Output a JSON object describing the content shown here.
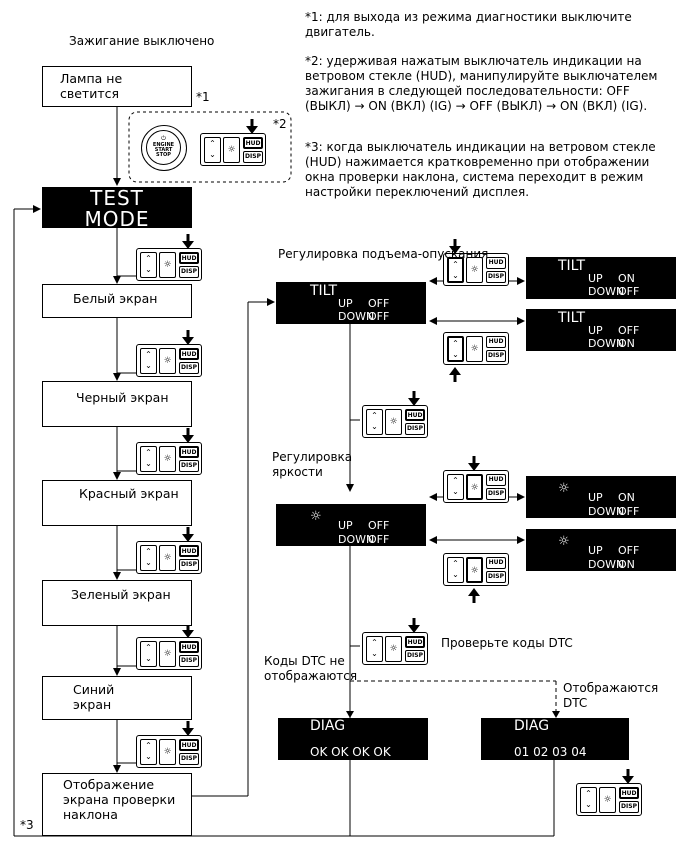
{
  "notes": {
    "n1": [
      "*1: для выхода из режима диагностики выключите",
      "двигатель."
    ],
    "n2": [
      "*2: удерживая нажатым выключатель индикации на",
      "ветровом стекле (HUD), манипулируйте выключателем",
      "зажигания в следующей последовательности: OFF",
      "(ВЫКЛ) → ON (ВКЛ) (IG) → OFF (ВЫКЛ) → ON (ВКЛ) (IG)."
    ],
    "n3": [
      "*3: когда выключатель индикации на ветровом стекле",
      "(HUD) нажимается кратковременно при отображении",
      "окна проверки наклона, система переходит в режим",
      "настройки переключений дисплея."
    ]
  },
  "left_flow": {
    "ignition_off": "Зажигание выключено",
    "lamp_box": "Лампа не\nсветится",
    "mark1": "*1",
    "mark2": "*2",
    "mark3": "*3",
    "test_mode": [
      "TEST",
      "MODE"
    ],
    "white": "Белый экран",
    "black": "Черный экран",
    "red": "Красный экран",
    "green": "Зеленый экран",
    "blue": "Синий\nэкран",
    "tilt_check": "Отображение\nэкрана проверки\nнаклона"
  },
  "engine_button": {
    "line1": "ENGINE",
    "line2": "START",
    "line3": "STOP"
  },
  "switch_keys": {
    "hud": "HUD",
    "disp": "DISP"
  },
  "right_flow": {
    "tilt_adjust": "Регулировка подъема-опускания",
    "brightness_adjust": [
      "Регулировка",
      "яркости"
    ],
    "check_dtc": "Проверьте коды DTC",
    "dtc_not_shown": [
      "Коды DTC не",
      "отображаются"
    ],
    "dtc_shown": [
      "Отображаются",
      "DTC"
    ]
  },
  "screens": {
    "tilt_main": {
      "title": "TILT",
      "r1a": "UP",
      "r1b": "OFF",
      "r2a": "DOWN",
      "r2b": "OFF"
    },
    "tilt_up": {
      "title": "TILT",
      "r1a": "UP",
      "r1b": "ON",
      "r2a": "DOWN",
      "r2b": "OFF"
    },
    "tilt_down": {
      "title": "TILT",
      "r1a": "UP",
      "r1b": "OFF",
      "r2a": "DOWN",
      "r2b": "ON"
    },
    "bright_main": {
      "r1a": "UP",
      "r1b": "OFF",
      "r2a": "DOWN",
      "r2b": "OFF"
    },
    "bright_up": {
      "r1a": "UP",
      "r1b": "ON",
      "r2a": "DOWN",
      "r2b": "OFF"
    },
    "bright_down": {
      "r1a": "UP",
      "r1b": "OFF",
      "r2a": "DOWN",
      "r2b": "ON"
    },
    "diag_ok": {
      "title": "DIAG",
      "codes": "OK OK OK OK"
    },
    "diag_codes": {
      "title": "DIAG",
      "codes": "01 02 03 04"
    }
  }
}
